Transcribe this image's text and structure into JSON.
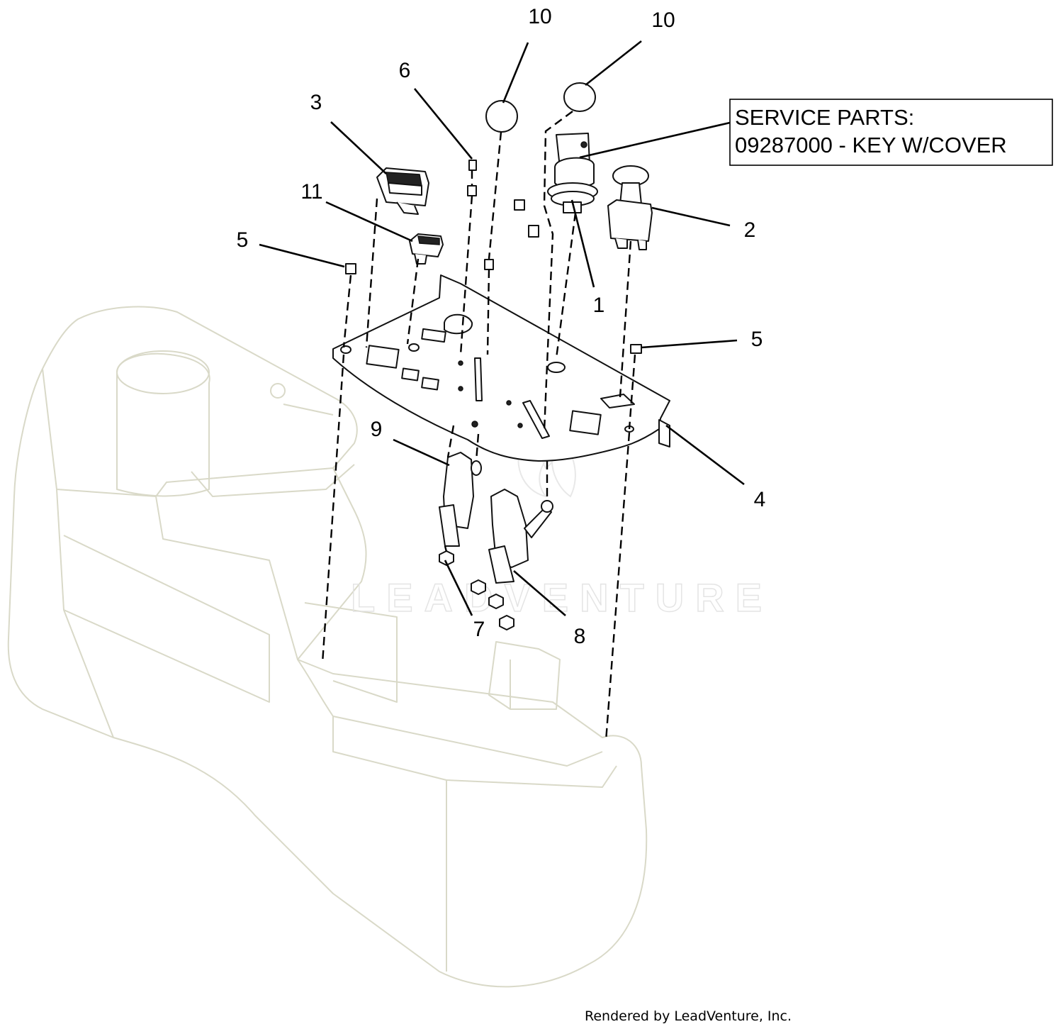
{
  "diagram": {
    "callouts": [
      {
        "id": "c10a",
        "label": "10"
      },
      {
        "id": "c10b",
        "label": "10"
      },
      {
        "id": "c6",
        "label": "6"
      },
      {
        "id": "c3",
        "label": "3"
      },
      {
        "id": "c11",
        "label": "11"
      },
      {
        "id": "c5a",
        "label": "5"
      },
      {
        "id": "c2",
        "label": "2"
      },
      {
        "id": "c1",
        "label": "1"
      },
      {
        "id": "c5b",
        "label": "5"
      },
      {
        "id": "c9",
        "label": "9"
      },
      {
        "id": "c4",
        "label": "4"
      },
      {
        "id": "c7",
        "label": "7"
      },
      {
        "id": "c8",
        "label": "8"
      }
    ],
    "service_box": {
      "line1": "SERVICE PARTS:",
      "line2": "09287000 - KEY W/COVER"
    },
    "watermark": "LEADVENTURE",
    "footer": "Rendered by LeadVenture, Inc."
  }
}
